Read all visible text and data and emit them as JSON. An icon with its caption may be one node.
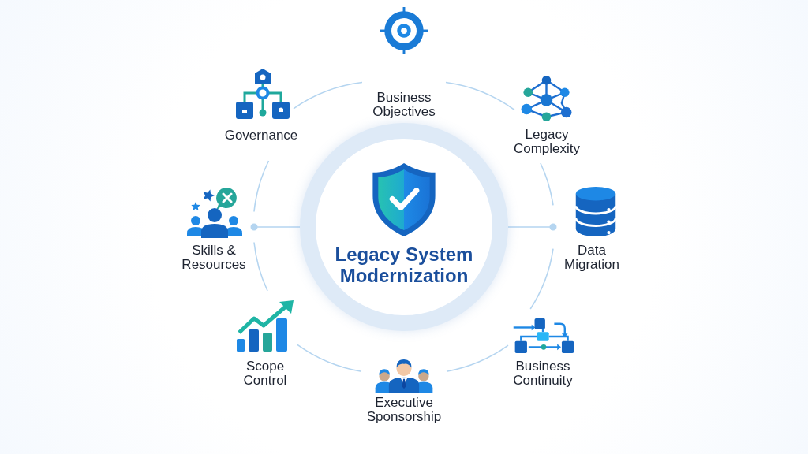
{
  "diagram": {
    "nodes": [
      {
        "text": [
          "Legacy System Modernization"
        ]
      },
      {
        "text": [
          "Business Objectives"
        ]
      },
      {
        "text": [
          "Legacy Complexity"
        ]
      },
      {
        "text": [
          "Data Migration"
        ]
      },
      {
        "text": [
          "Business Continuity"
        ]
      },
      {
        "text": [
          "Executive Sponsorship"
        ]
      },
      {
        "text": [
          "Scope Control"
        ]
      },
      {
        "text": [
          "Skills & Resources"
        ]
      },
      {
        "text": [
          "Governance"
        ]
      }
    ],
    "edges": [
      {
        "from": 8,
        "to": 1,
        "arrow": "none"
      },
      {
        "from": 1,
        "to": 2,
        "arrow": "none"
      },
      {
        "from": 2,
        "to": 3,
        "arrow": "none"
      },
      {
        "from": 3,
        "to": 4,
        "arrow": "none"
      },
      {
        "from": 4,
        "to": 5,
        "arrow": "none"
      },
      {
        "from": 5,
        "to": 6,
        "arrow": "none"
      },
      {
        "from": 6,
        "to": 7,
        "arrow": "none"
      },
      {
        "from": 7,
        "to": 8,
        "arrow": "none"
      },
      {
        "from": 0,
        "to": 7,
        "arrow": "other"
      },
      {
        "from": 0,
        "to": 3,
        "arrow": "other"
      }
    ]
  }
}
